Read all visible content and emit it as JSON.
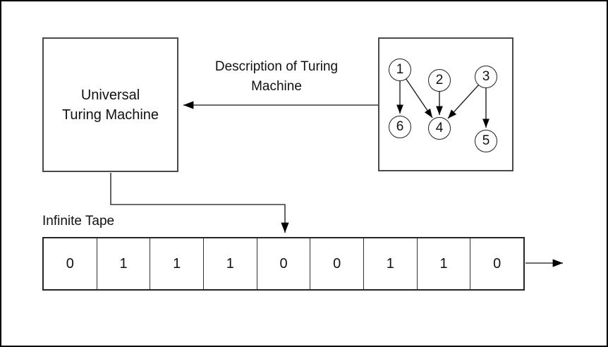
{
  "utm_box": {
    "label": "Universal Turing Machine",
    "line1": "Universal",
    "line2": "Turing Machine"
  },
  "description_arrow": {
    "line1": "Description of Turing",
    "line2": "Machine"
  },
  "state_diagram": {
    "node_labels": [
      "1",
      "2",
      "3",
      "6",
      "4",
      "5"
    ],
    "edges": [
      "1->6",
      "1->4",
      "2->4",
      "3->4",
      "3->5"
    ]
  },
  "tape": {
    "label": "Infinite Tape",
    "cells": [
      "0",
      "1",
      "1",
      "1",
      "0",
      "0",
      "1",
      "1",
      "0"
    ]
  },
  "colors": {
    "line": "#3d3d3d",
    "arrowhead": "#000000",
    "box_border": "#4a4a4a",
    "outer_border": "#000000",
    "background": "#ffffff",
    "text": "#111111"
  }
}
